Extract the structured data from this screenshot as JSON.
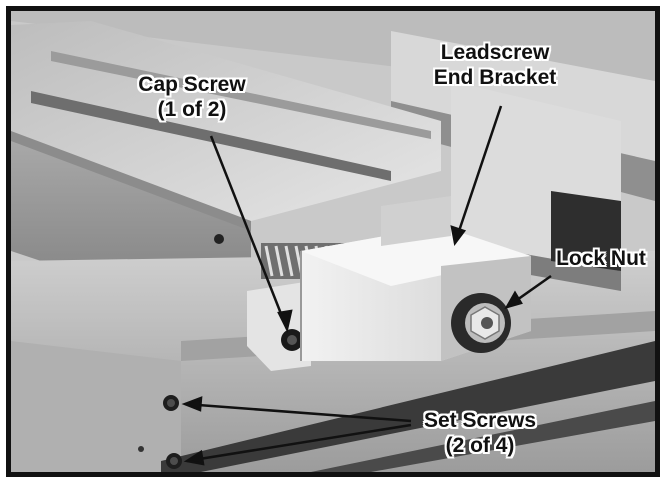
{
  "figure": {
    "callouts": {
      "cap_screw": {
        "line1": "Cap Screw",
        "line2": "(1 of 2)"
      },
      "leadscrew_bracket": {
        "line1": "Leadscrew",
        "line2": "End Bracket"
      },
      "lock_nut": {
        "line1": "Lock Nut"
      },
      "set_screws": {
        "line1": "Set Screws",
        "line2": "(2 of 4)"
      }
    },
    "colors": {
      "frame": "#111111",
      "metal_light": "#d6d6d6",
      "metal_mid": "#9a9a9a",
      "metal_dark": "#3a3a3a",
      "bracket": "#ececec"
    }
  }
}
